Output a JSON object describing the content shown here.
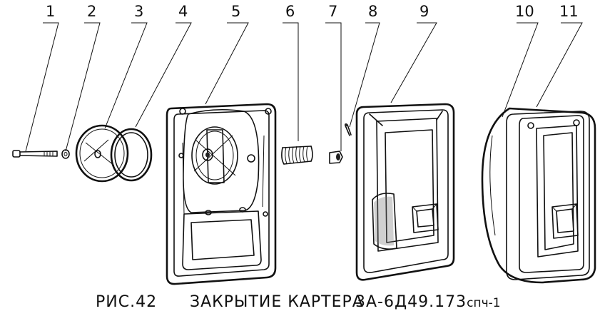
{
  "callouts": [
    "1",
    "2",
    "3",
    "4",
    "5",
    "6",
    "7",
    "8",
    "9",
    "10",
    "11"
  ],
  "caption": {
    "fig": "РИС.42",
    "title": "ЗАКРЫТИЕ КАРТЕРА",
    "code_main": "3А-6Д49.173",
    "code_suffix": "спч-1"
  }
}
